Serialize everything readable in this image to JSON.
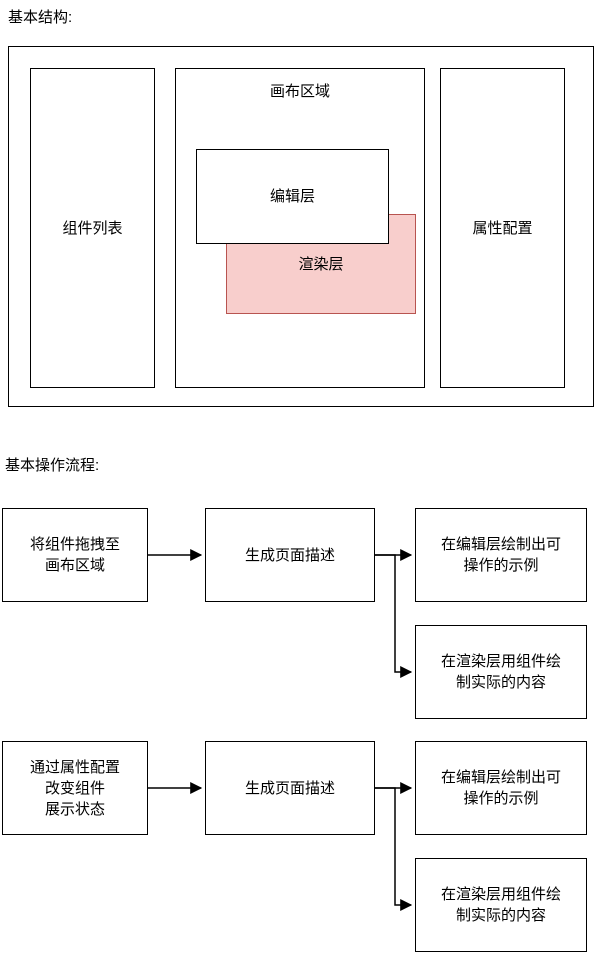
{
  "structure_section": {
    "title": "基本结构:",
    "boxes": {
      "component_list": "组件列表",
      "canvas_area": "画布区域",
      "edit_layer": "编辑层",
      "render_layer": "渲染层",
      "property_config": "属性配置"
    },
    "colors": {
      "render_layer_fill": "#f8cecc",
      "render_layer_border": "#b85450",
      "default_border": "#000000",
      "line_color": "#000000"
    }
  },
  "flow_section": {
    "title": "基本操作流程:",
    "flows": [
      {
        "source": "将组件拖拽至\n画布区域",
        "step": "生成页面描述",
        "branches": [
          "在编辑层绘制出可\n操作的示例",
          "在渲染层用组件绘\n制实际的内容"
        ]
      },
      {
        "source": "通过属性配置\n改变组件\n展示状态",
        "step": "生成页面描述",
        "branches": [
          "在编辑层绘制出可\n操作的示例",
          "在渲染层用组件绘\n制实际的内容"
        ]
      }
    ]
  }
}
